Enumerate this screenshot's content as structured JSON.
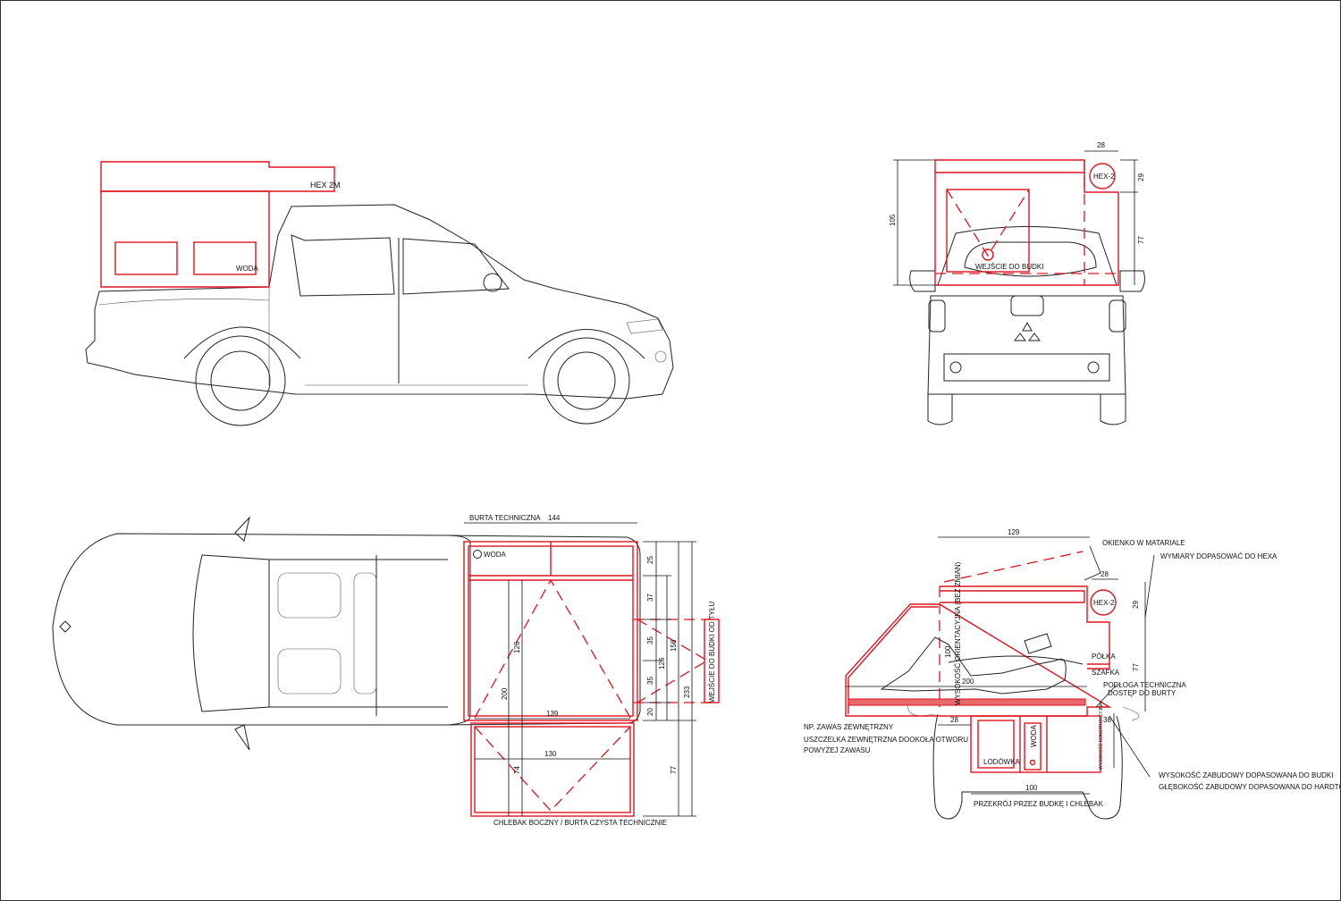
{
  "side_view": {
    "camper_label": "HEX 2M",
    "water_label": "WODA"
  },
  "rear_view": {
    "hex_label": "HEX-2",
    "entry_label": "WEJŚCIE DO BUDKI",
    "dims": {
      "width_top": "28",
      "height_total": "105",
      "hex_height": "29",
      "lower_height": "77"
    }
  },
  "top_view": {
    "top_label": "BURTA TECHNICZNA",
    "bottom_label": "CHLEBAK BOCZNY / BURTA CZYSTA TECHNICZNIE",
    "water_label": "WODA",
    "rear_entry_label": "WEJŚCIE DO BUDKI OD TYŁU",
    "dims": {
      "length": "144",
      "d25": "25",
      "d37": "37",
      "d35a": "35",
      "d35b": "35",
      "d20": "20",
      "d126v": "126",
      "d156": "156",
      "d233": "233",
      "d77": "77",
      "d126": "126",
      "d200": "200",
      "d139": "139",
      "d130": "130",
      "d74": "74"
    }
  },
  "section_view": {
    "title": "PRZEKRÓJ PRZEZ BUDKĘ I CHLEBAK",
    "hex_label": "HEX-2",
    "window_label": "OKIENKO W MATARIALE",
    "fit_label": "WYMIARY DOPASOWAĆ DO HEXA",
    "shelf_label": "PÓŁKA",
    "cabinet_label": "SZAFKA",
    "floor_label_1": "PODŁOGA TECHNICZNA",
    "floor_label_2": "DOSTĘP DO BURTY",
    "hinge_label": "NP. ZAWAS ZEWNĘTRZNY",
    "seal_label_1": "USZCZELKA ZEWNĘTRZNA DOOKOŁA OTWORU",
    "seal_label_2": "POWYŻEJ ZAWASU",
    "height_label": "WYSOKOŚĆ ORIENTACYJNA (BEZ ZMIAN)",
    "fridge_label": "LODÓWKA",
    "water_label": "WODA",
    "constr_label": "WYSOKOŚĆ KONSTRUKCYJNA",
    "note_1": "WYSOKOŚĆ ZABUDOWY DOPASOWANA DO BUDKI",
    "note_2": "GŁĘBOKOŚĆ ZABUDOWY DOPASOWANA DO HARDTOPA",
    "dims": {
      "d129": "129",
      "d28a": "28",
      "d29": "29",
      "d77": "77",
      "d100v": "100",
      "d200": "200",
      "d28b": "28",
      "d38": "38",
      "d100": "100"
    }
  }
}
